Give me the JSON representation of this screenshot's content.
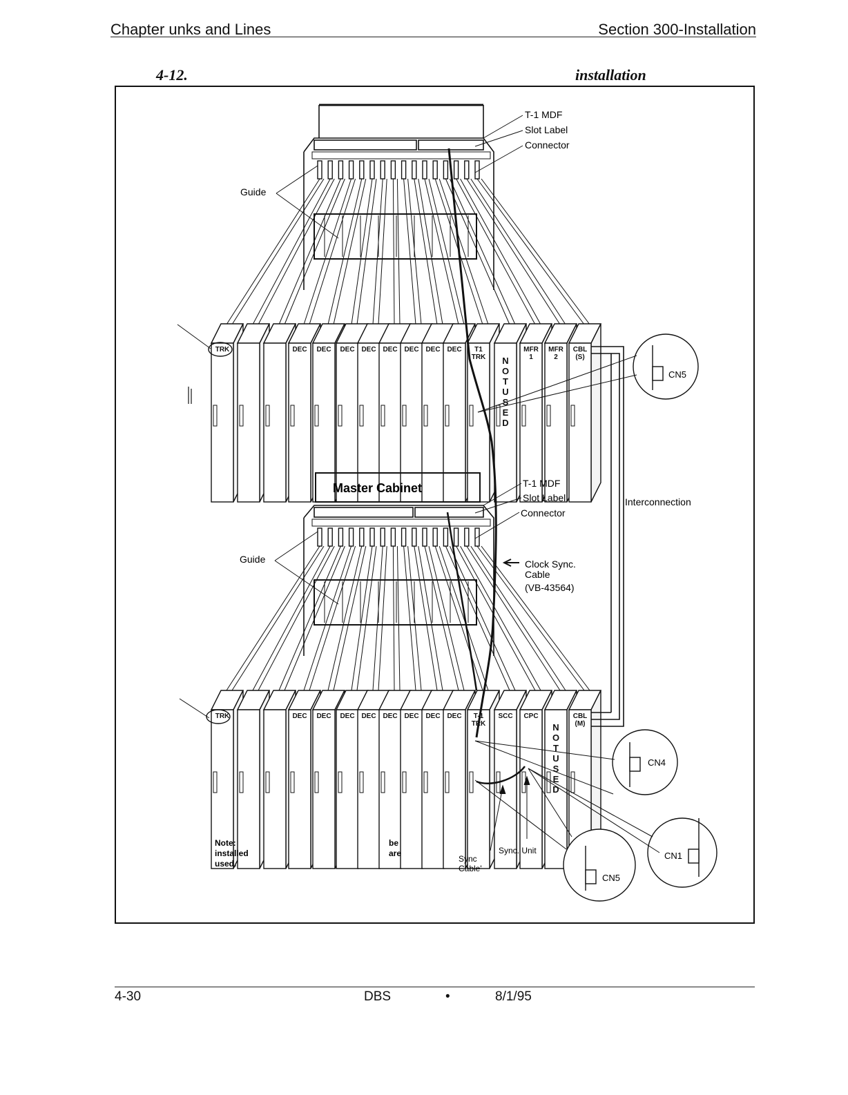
{
  "header": {
    "left": "Chapter   unks and Lines",
    "right": "Section 300-Installation"
  },
  "figure": {
    "number": "4-12.",
    "title": "installation",
    "upper_callouts": [
      "T-1 MDF",
      "Slot Label",
      "Connector"
    ],
    "lower_callouts": [
      "T-1 MDF",
      "Slot Label",
      "Connector"
    ],
    "guide_label": "Guide",
    "master_cabinet_label": "Master Cabinet",
    "interconnection_label": "Interconnection",
    "clock_sync": [
      "Clock Sync.",
      "Cable",
      "(VB-43564)"
    ],
    "upper_cards": [
      "TRK",
      "",
      "",
      "DEC",
      "DEC",
      "DEC",
      "DEC",
      "DEC",
      "DEC",
      "DEC",
      "DEC",
      "T1 TRK",
      "NOT USED",
      "MFR 1",
      "MFR 2",
      "CBL (S)"
    ],
    "lower_cards": [
      "TRK",
      "",
      "",
      "DEC",
      "DEC",
      "DEC",
      "DEC",
      "DEC",
      "DEC",
      "DEC",
      "DEC",
      "T-1 TRK",
      "SCC",
      "CPC",
      "NOT USED",
      "CBL (M)"
    ],
    "connectors": {
      "upper": "CN5",
      "lower_cn4": "CN4",
      "lower_cn1": "CN1",
      "lower_cn5": "CN5"
    },
    "note": [
      "Note:",
      "installed",
      "used."
    ],
    "note_fragments": [
      "be",
      "are"
    ],
    "sync_cable": [
      "Sync",
      "Cable'"
    ],
    "sync_unit": "Sync. Unit"
  },
  "footer": {
    "page": "4-30",
    "product": "DBS",
    "sep": "•",
    "date": "8/1/95"
  }
}
